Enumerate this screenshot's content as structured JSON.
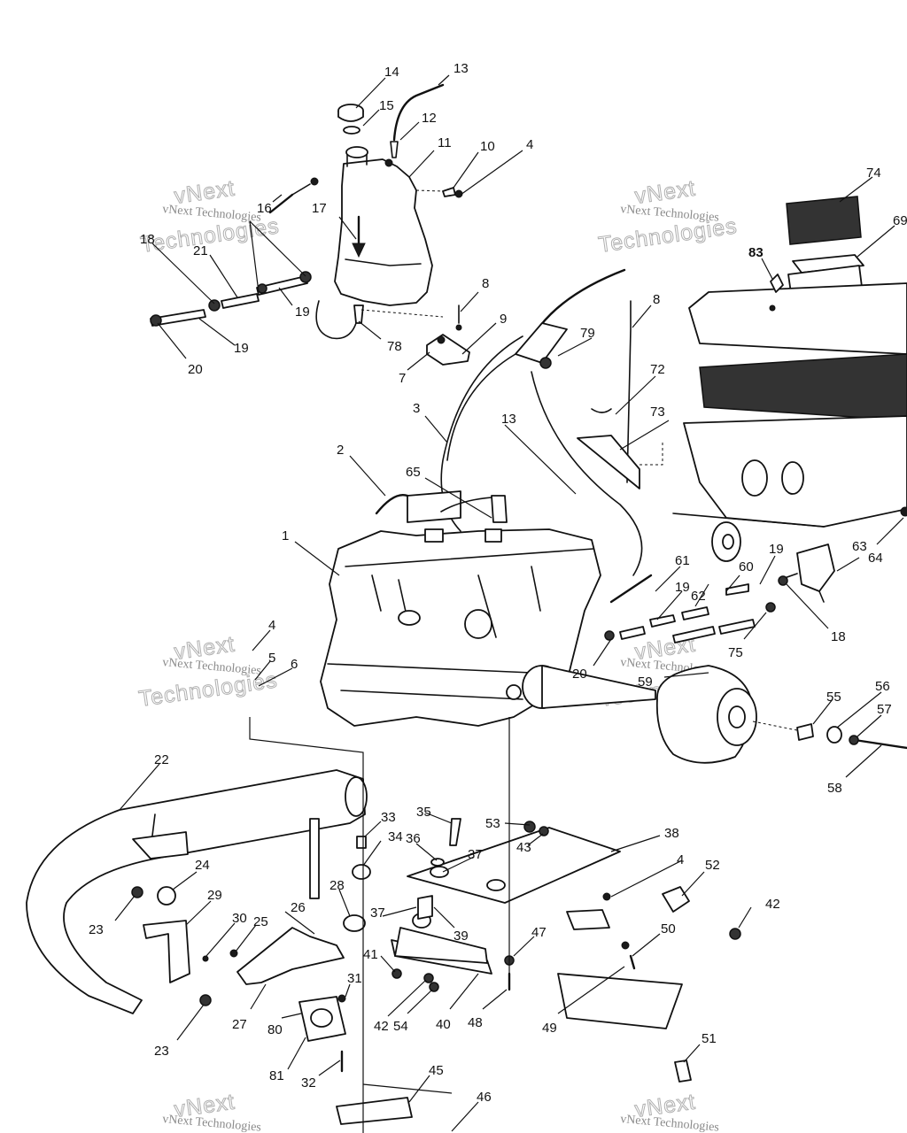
{
  "watermark": {
    "line1": "vNext Technologies",
    "outline_a": "vNext",
    "outline_b": "Technologies"
  },
  "callouts": [
    {
      "id": "c14",
      "text": "14"
    },
    {
      "id": "c13a",
      "text": "13"
    },
    {
      "id": "c15",
      "text": "15"
    },
    {
      "id": "c12",
      "text": "12"
    },
    {
      "id": "c11",
      "text": "11"
    },
    {
      "id": "c10",
      "text": "10"
    },
    {
      "id": "c4a",
      "text": "4"
    },
    {
      "id": "c16",
      "text": "16"
    },
    {
      "id": "c17",
      "text": "17"
    },
    {
      "id": "c18a",
      "text": "18"
    },
    {
      "id": "c21",
      "text": "21"
    },
    {
      "id": "c19a",
      "text": "19"
    },
    {
      "id": "c19b",
      "text": "19"
    },
    {
      "id": "c20a",
      "text": "20"
    },
    {
      "id": "c78",
      "text": "78"
    },
    {
      "id": "c8a",
      "text": "8"
    },
    {
      "id": "c9",
      "text": "9"
    },
    {
      "id": "c7",
      "text": "7"
    },
    {
      "id": "c74",
      "text": "74"
    },
    {
      "id": "c69",
      "text": "69"
    },
    {
      "id": "c83",
      "text": "83"
    },
    {
      "id": "c8b",
      "text": "8"
    },
    {
      "id": "c79",
      "text": "79"
    },
    {
      "id": "c72",
      "text": "72"
    },
    {
      "id": "c73",
      "text": "73"
    },
    {
      "id": "c3",
      "text": "3"
    },
    {
      "id": "c13b",
      "text": "13"
    },
    {
      "id": "c2",
      "text": "2"
    },
    {
      "id": "c65",
      "text": "65"
    },
    {
      "id": "c1",
      "text": "1"
    },
    {
      "id": "c61",
      "text": "61"
    },
    {
      "id": "c63",
      "text": "63"
    },
    {
      "id": "c64",
      "text": "64"
    },
    {
      "id": "c19c",
      "text": "19"
    },
    {
      "id": "c60",
      "text": "60"
    },
    {
      "id": "c62",
      "text": "62"
    },
    {
      "id": "c19d",
      "text": "19"
    },
    {
      "id": "c18b",
      "text": "18"
    },
    {
      "id": "c75",
      "text": "75"
    },
    {
      "id": "c20b",
      "text": "20"
    },
    {
      "id": "c59",
      "text": "59"
    },
    {
      "id": "c4b",
      "text": "4"
    },
    {
      "id": "c5",
      "text": "5"
    },
    {
      "id": "c6",
      "text": "6"
    },
    {
      "id": "c55",
      "text": "55"
    },
    {
      "id": "c56",
      "text": "56"
    },
    {
      "id": "c57",
      "text": "57"
    },
    {
      "id": "c58",
      "text": "58"
    },
    {
      "id": "c22",
      "text": "22"
    },
    {
      "id": "c33",
      "text": "33"
    },
    {
      "id": "c35",
      "text": "35"
    },
    {
      "id": "c53",
      "text": "53"
    },
    {
      "id": "c38",
      "text": "38"
    },
    {
      "id": "c36",
      "text": "36"
    },
    {
      "id": "c34",
      "text": "34"
    },
    {
      "id": "c43",
      "text": "43"
    },
    {
      "id": "c37a",
      "text": "37"
    },
    {
      "id": "c4c",
      "text": "4"
    },
    {
      "id": "c52",
      "text": "52"
    },
    {
      "id": "c24",
      "text": "24"
    },
    {
      "id": "c29",
      "text": "29"
    },
    {
      "id": "c28",
      "text": "28"
    },
    {
      "id": "c23a",
      "text": "23"
    },
    {
      "id": "c37b",
      "text": "37"
    },
    {
      "id": "c26",
      "text": "26"
    },
    {
      "id": "c42a",
      "text": "42"
    },
    {
      "id": "c30",
      "text": "30"
    },
    {
      "id": "c25",
      "text": "25"
    },
    {
      "id": "c39",
      "text": "39"
    },
    {
      "id": "c47",
      "text": "47"
    },
    {
      "id": "c50",
      "text": "50"
    },
    {
      "id": "c41",
      "text": "41"
    },
    {
      "id": "c31",
      "text": "31"
    },
    {
      "id": "c27",
      "text": "27"
    },
    {
      "id": "c80",
      "text": "80"
    },
    {
      "id": "c42b",
      "text": "42"
    },
    {
      "id": "c54",
      "text": "54"
    },
    {
      "id": "c40",
      "text": "40"
    },
    {
      "id": "c48",
      "text": "48"
    },
    {
      "id": "c49",
      "text": "49"
    },
    {
      "id": "c23b",
      "text": "23"
    },
    {
      "id": "c81",
      "text": "81"
    },
    {
      "id": "c51",
      "text": "51"
    },
    {
      "id": "c32",
      "text": "32"
    },
    {
      "id": "c45",
      "text": "45"
    },
    {
      "id": "c46",
      "text": "46"
    }
  ]
}
